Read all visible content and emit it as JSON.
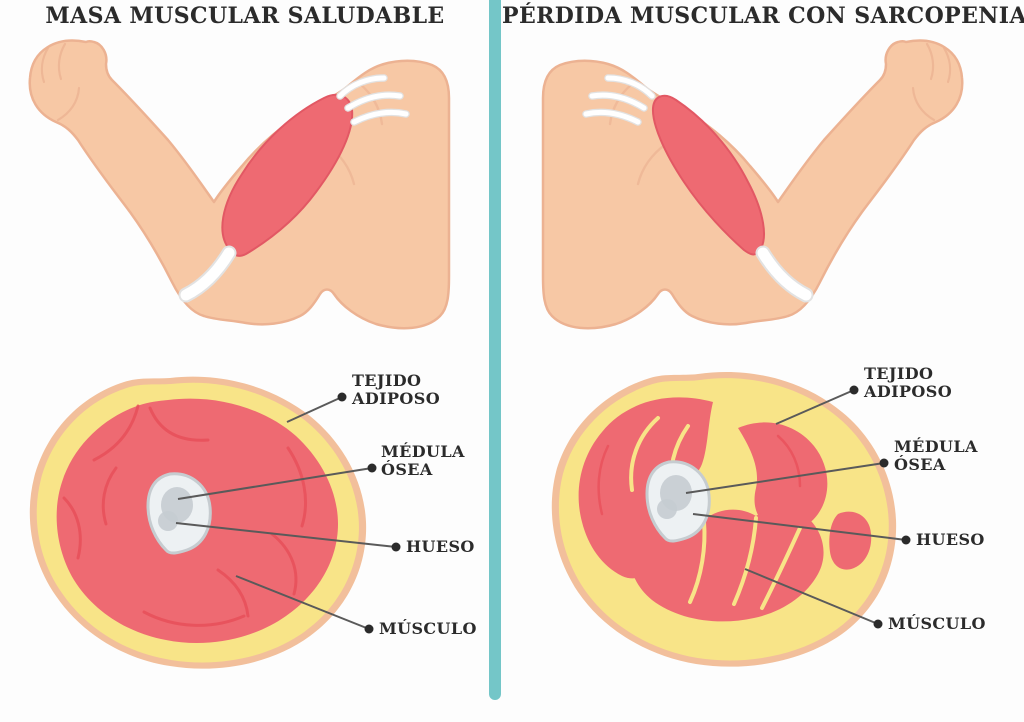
{
  "page": {
    "kind": "medical infographic comparing healthy muscle and sarcopenia"
  },
  "colors": {
    "page_bg": "#FDFDFD",
    "divider": "#74C6C8",
    "title_text": "#2B2B2B",
    "label_text": "#2B2B2B",
    "connector": "#5A5A5A",
    "dot": "#2B2B2B",
    "skin": "#F7C8A5",
    "skin_outline": "#ECB292",
    "muscle": "#EE6A72",
    "muscle_outline": "#E25864",
    "muscle_crease": "#E8505A",
    "fat": "#F8E488",
    "section_rim": "#F2BF9B",
    "bone": "#EDF1F3",
    "bone_outline": "#C6CCD0",
    "bone_marrow": "#C5CCD2",
    "tendon": "#FFFFFF",
    "tendon_edge": "#E2E2E2"
  },
  "left_panel": {
    "title": "MASA MUSCULAR SALUDABLE",
    "labels": {
      "tejido_adiposo": {
        "line1": "TEJIDO",
        "line2": "ADIPOSO"
      },
      "medula_osea": {
        "line1": "MÉDULA",
        "line2": "ÓSEA"
      },
      "hueso": {
        "line1": "HUESO"
      },
      "musculo": {
        "line1": "MÚSCULO"
      }
    }
  },
  "right_panel": {
    "title": "PÉRDIDA MUSCULAR CON SARCOPENIA",
    "labels": {
      "tejido_adiposo": {
        "line1": "TEJIDO",
        "line2": "ADIPOSO"
      },
      "medula_osea": {
        "line1": "MÉDULA",
        "line2": "ÓSEA"
      },
      "hueso": {
        "line1": "HUESO"
      },
      "musculo": {
        "line1": "MÚSCULO"
      }
    }
  }
}
